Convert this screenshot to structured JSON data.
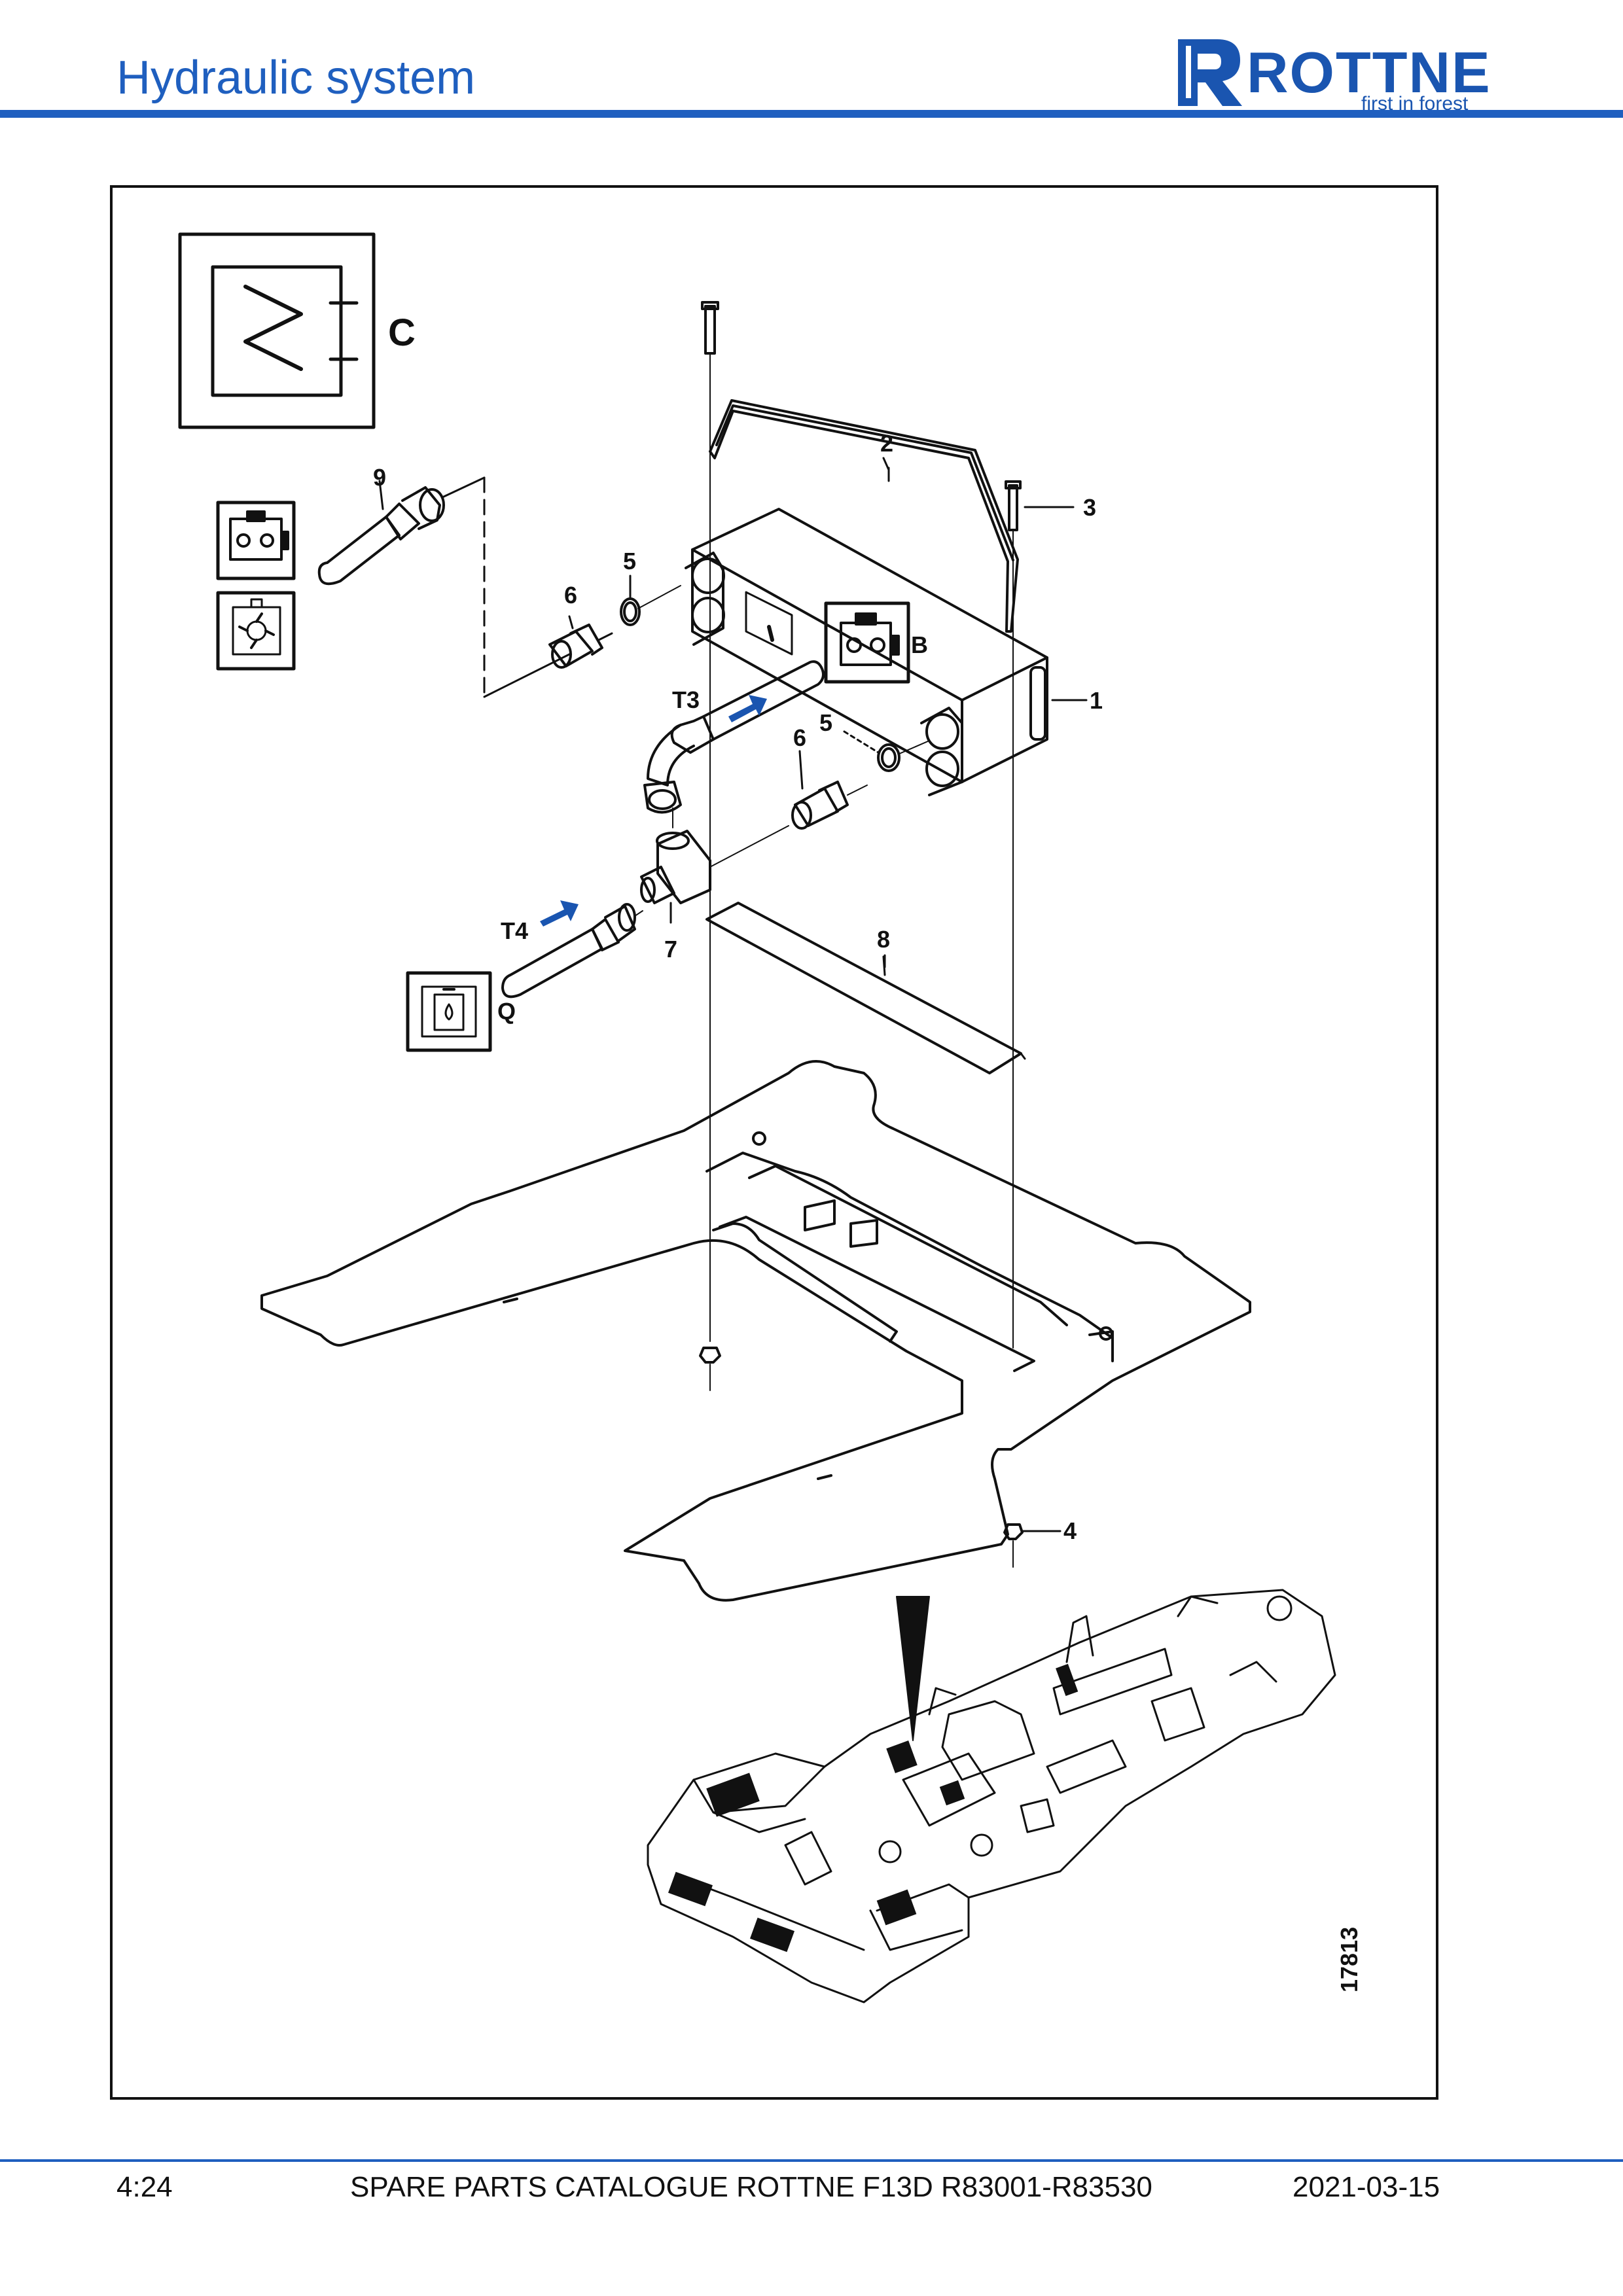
{
  "header": {
    "title": "Hydraulic system",
    "logo_text": "ROTTNE",
    "logo_tagline": "first in forest"
  },
  "symbols": {
    "main": "C",
    "connector": "B",
    "tank": "Q"
  },
  "callouts": {
    "c1": "1",
    "c2": "2",
    "c3": "3",
    "c4": "4",
    "c5a": "5",
    "c5b": "5",
    "c6a": "6",
    "c6b": "6",
    "c7": "7",
    "c8": "8",
    "c9": "9",
    "t3": "T3",
    "t4": "T4"
  },
  "figure_number": "17813",
  "footer": {
    "page": "4:24",
    "catalogue": "SPARE PARTS CATALOGUE ROTTNE F13D R83001-R83530",
    "date": "2021-03-15"
  },
  "colors": {
    "brand_blue": "#1f5fbf",
    "arrow_blue": "#1a55b0"
  }
}
